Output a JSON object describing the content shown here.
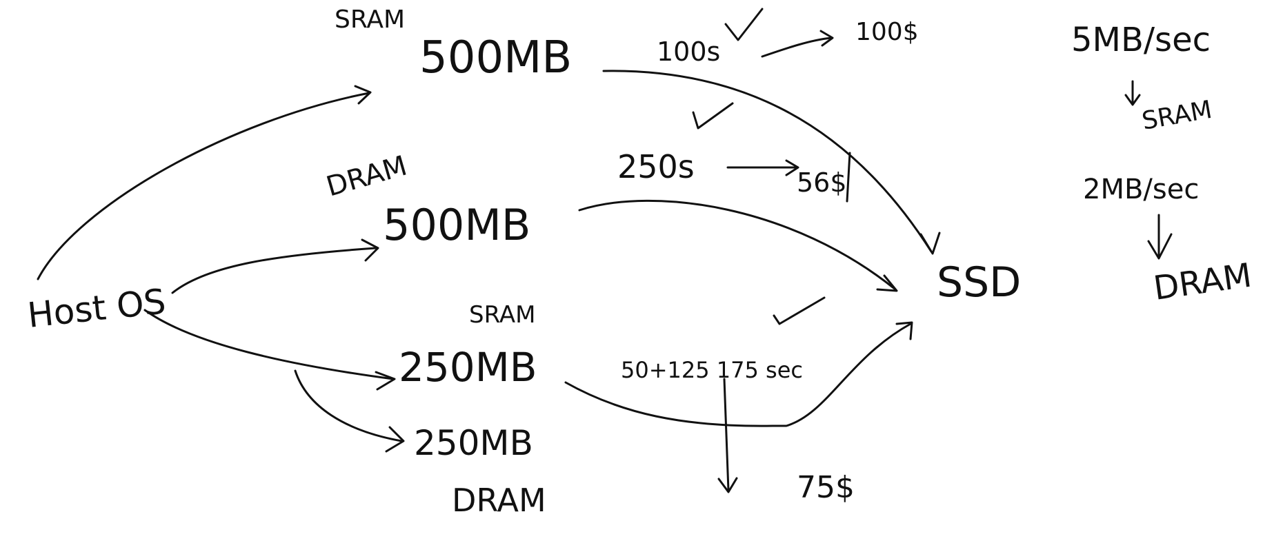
{
  "nodes": {
    "host_os": "Host OS",
    "ssd": "SSD"
  },
  "memories": [
    {
      "id": "m1",
      "type": "SRAM",
      "size": "500MB"
    },
    {
      "id": "m2",
      "type": "DRAM",
      "size": "500MB"
    },
    {
      "id": "m3",
      "type": "SRAM",
      "size": "250MB"
    },
    {
      "id": "m4",
      "type": "DRAM",
      "size": "250MB"
    }
  ],
  "costs": {
    "sram_500": "100s",
    "sram_500_result": "100$",
    "dram_500": "250s",
    "dram_500_result": "56$",
    "mixed": "50+125 175 sec",
    "mixed_result": "75$"
  },
  "rates": {
    "sram_rate": "5MB/sec",
    "sram_label": "SRAM",
    "dram_rate": "2MB/sec",
    "dram_label": "DRAM"
  },
  "colors": {
    "ink": "#111111",
    "background": "#ffffff"
  }
}
